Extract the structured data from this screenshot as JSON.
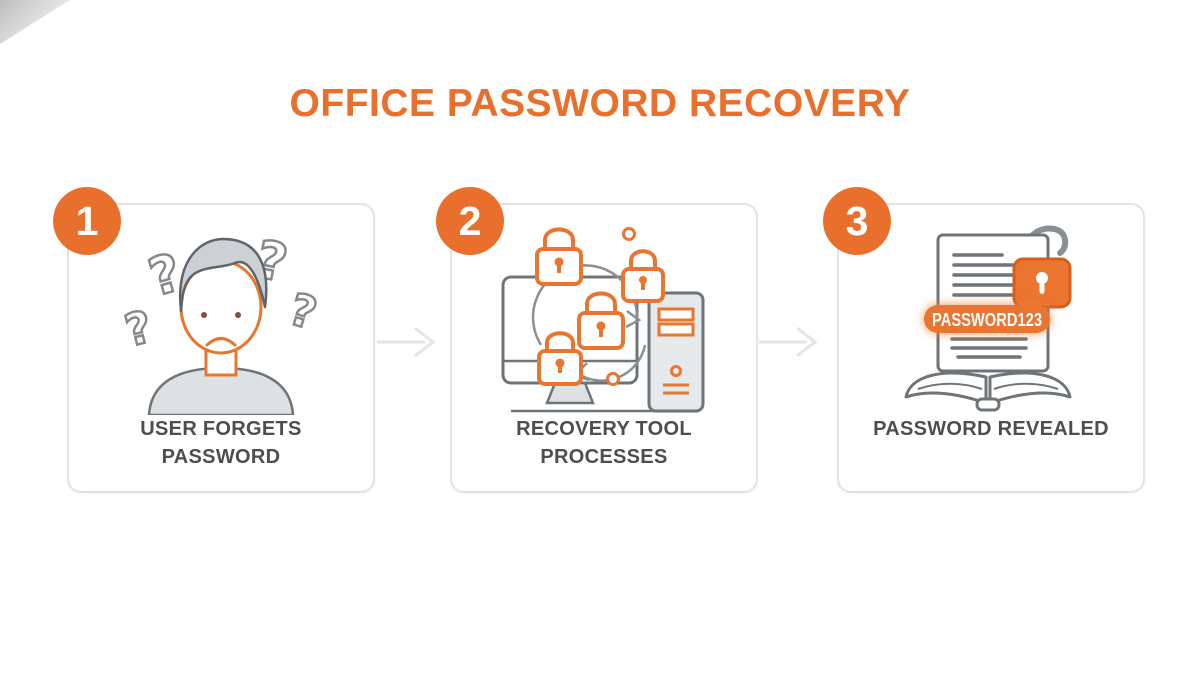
{
  "title": "OFFICE PASSWORD RECOVERY",
  "steps": [
    {
      "number": "1",
      "label": "USER FORGETS\nPASSWORD",
      "icon": "confused-user-question-marks-icon"
    },
    {
      "number": "2",
      "label": "RECOVERY TOOL\nPROCESSES",
      "icon": "computer-cracking-padlocks-icon"
    },
    {
      "number": "3",
      "label": "PASSWORD REVEALED",
      "icon": "document-unlocked-icon",
      "revealed_password": "PASSWORD123"
    }
  ],
  "glyphs": {
    "question_mark": "?"
  },
  "icons": {
    "step_1": "confused-user-question-marks-icon",
    "step_2": "computer-cracking-padlocks-icon",
    "step_3": "document-unlocked-icon",
    "connector": "arrow-right-icon",
    "corner": "page-corner-fold"
  },
  "colors": {
    "accent_orange": "#E8702C",
    "illustration_orange": "#E8762E",
    "lock_fill_orange": "#EA7430",
    "outline_gray": "#6F7478",
    "question_mark_gray": "#85898D",
    "label_text": "#4C4F52",
    "light_gray_fill": "#DEE1E4",
    "card_border": "#E3E3E4",
    "connector_gray": "#E3E4E6",
    "background": "#FFFFFF"
  }
}
